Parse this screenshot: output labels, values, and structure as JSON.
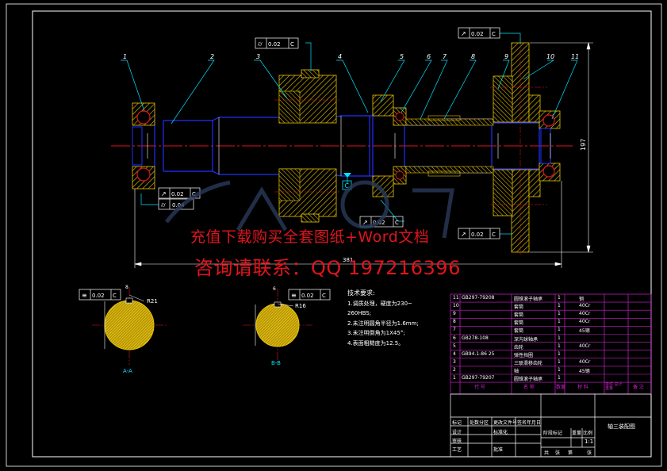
{
  "watermark": {
    "line1": "充值下载购买全套图纸+Word文档",
    "line2": "咨询请联系：QQ 197216396"
  },
  "balloons": [
    "1",
    "2",
    "3",
    "4",
    "5",
    "6",
    "7",
    "8",
    "9",
    "10",
    "11"
  ],
  "tolerances": {
    "top_left": "0.02",
    "top_right": "0.02",
    "mid_a": "0.02",
    "mid_b": "0.04",
    "center": "0.02",
    "right": "0.02",
    "section_a": "0.02",
    "section_b": "0.02",
    "datum": "C"
  },
  "dimensions": {
    "overall_length": "381",
    "height": "197"
  },
  "sections": {
    "a_label": "A-A",
    "b_label": "B-B",
    "a_radius": "R21",
    "b_radius": "R16",
    "a_width": "8",
    "b_width": "6"
  },
  "tech_requirements": {
    "title": "技术要求:",
    "items": [
      "1.调质处理，硬度为230~",
      "260HBS;",
      "2.未注明圆角半径为1.6mm;",
      "3.未注明倒角为1X45°;",
      "4.表面粗糙度为12.5。"
    ]
  },
  "bom": {
    "rows": [
      {
        "code": "GB297-79208",
        "name": "圆锥滚子轴承",
        "qty": "1",
        "material": "钢"
      },
      {
        "code": "",
        "name": "套筒",
        "qty": "1",
        "material": "40Cr"
      },
      {
        "code": "",
        "name": "套筒",
        "qty": "1",
        "material": "40Cr"
      },
      {
        "code": "",
        "name": "套筒",
        "qty": "1",
        "material": "40Cr"
      },
      {
        "code": "",
        "name": "套筒",
        "qty": "1",
        "material": "45钢"
      },
      {
        "code": "GB278-108",
        "name": "深沟球轴承",
        "qty": "1",
        "material": ""
      },
      {
        "code": "",
        "name": "齿轮",
        "qty": "1",
        "material": "40Cr"
      },
      {
        "code": "GB94.1-86 25",
        "name": "弹性挡圈",
        "qty": "1",
        "material": ""
      },
      {
        "code": "",
        "name": "三联滑移齿轮",
        "qty": "1",
        "material": "40Cr"
      },
      {
        "code": "",
        "name": "轴",
        "qty": "1",
        "material": "45钢"
      },
      {
        "code": "GB297-79207",
        "name": "圆锥滚子轴承",
        "qty": "1",
        "material": ""
      }
    ],
    "header": {
      "code": "代 号",
      "name": "名 称",
      "qty": "数量",
      "material": "材 料",
      "weight": "单件 总计 重量",
      "remark": "备 注"
    }
  },
  "title_block": {
    "drawing_name": "轴三装配图",
    "scale": "1:1",
    "labels": [
      "标记",
      "处数",
      "分区",
      "更改文件号",
      "签名",
      "年月日"
    ],
    "labels2": [
      "设计",
      "审核",
      "工艺"
    ],
    "stage_label": "阶段标记",
    "weight_label": "重量",
    "scale_label": "比例",
    "sheets": [
      "共",
      "张",
      "第",
      "张"
    ],
    "std": "标准化",
    "approve": "批准"
  }
}
